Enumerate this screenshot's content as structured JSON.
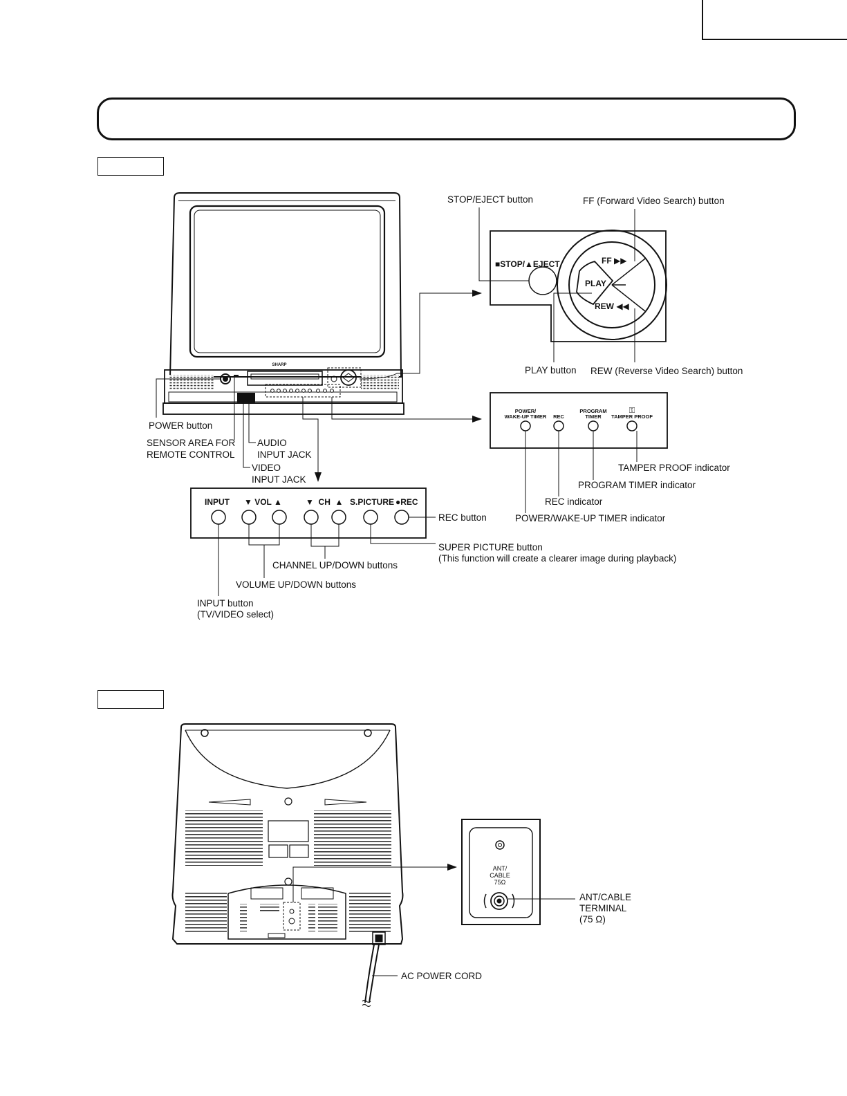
{
  "front": {
    "brand_logo": "SHARP",
    "labels": {
      "stop_eject_button": "STOP/EJECT button",
      "ff_button": "FF (Forward Video Search) button",
      "play_button": "PLAY button",
      "rew_button": "REW (Reverse Video Search) button",
      "power_button": "POWER button",
      "sensor_line1": "SENSOR AREA FOR",
      "sensor_line2": "REMOTE CONTROL",
      "audio_line1": "AUDIO",
      "audio_line2": "INPUT JACK",
      "video_line1": "VIDEO",
      "video_line2": "INPUT JACK",
      "tamper_indicator": "TAMPER PROOF indicator",
      "program_timer_indicator": "PROGRAM TIMER indicator",
      "rec_indicator": "REC indicator",
      "power_wakeup_indicator": "POWER/WAKE-UP TIMER indicator",
      "rec_button": "REC button",
      "super_picture_line1": "SUPER PICTURE button",
      "super_picture_line2": "(This function will create a clearer image during playback)",
      "channel_buttons": "CHANNEL UP/DOWN buttons",
      "volume_buttons": "VOLUME UP/DOWN buttons",
      "input_line1": "INPUT button",
      "input_line2": "(TV/VIDEO select)"
    },
    "transport_panel": {
      "stop_eject": "■STOP/▲EJECT",
      "ff": "FF ▶▶",
      "play": "PLAY",
      "rew": "REW ◀◀"
    },
    "indicator_panel": {
      "power_line1": "POWER/",
      "power_line2": "WAKE-UP TIMER",
      "rec": "REC",
      "program_line1": "PROGRAM",
      "program_line2": "TIMER",
      "tamper": "TAMPER PROOF"
    },
    "control_panel": {
      "input": "INPUT",
      "vol": "▼ VOL ▲",
      "ch": "▼  CH  ▲",
      "spicture": "S.PICTURE",
      "rec": "●REC"
    }
  },
  "rear": {
    "labels": {
      "ant_line1": "ANT/CABLE",
      "ant_line2": "TERMINAL",
      "ant_line3": "(75 Ω)",
      "ac_power_cord": "AC POWER CORD"
    },
    "terminal_panel": {
      "line1": "ANT/",
      "line2": "CABLE",
      "line3": "75Ω"
    }
  }
}
